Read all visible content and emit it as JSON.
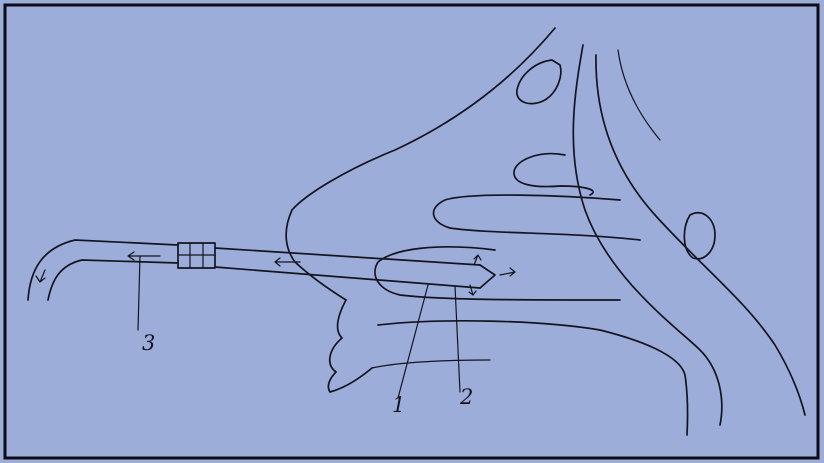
{
  "figure": {
    "background": "#9dadd9",
    "frame_color": "#0c0c14",
    "ink_color": "#141420"
  },
  "labels": {
    "part1": "1",
    "part2": "2",
    "part3": "3"
  }
}
